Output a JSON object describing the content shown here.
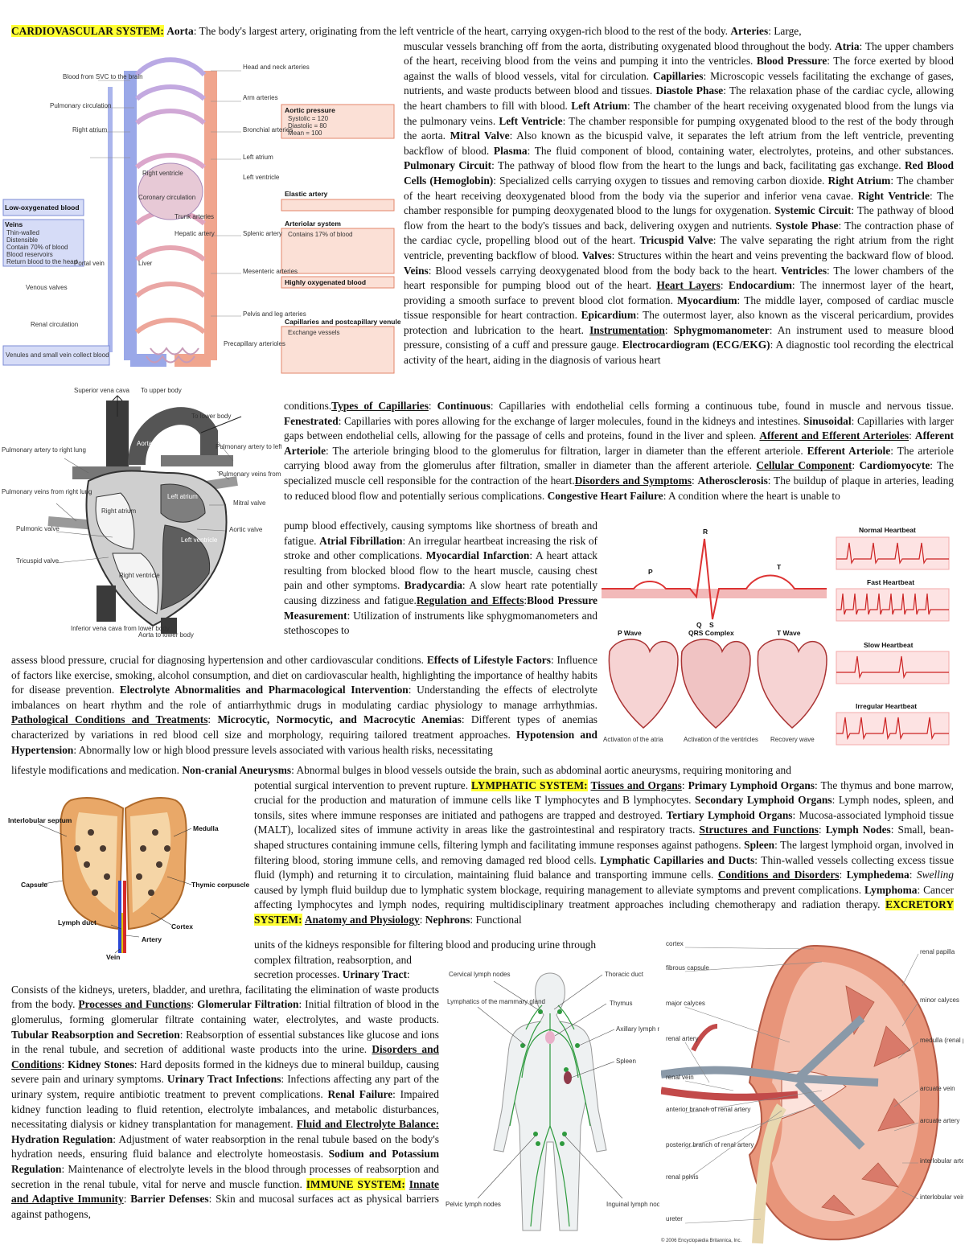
{
  "sections": {
    "cardio": "CARDIOVASCULAR SYSTEM:",
    "lymph": "LYMPHATIC SYSTEM:",
    "excretory": "EXCRETORY SYSTEM:",
    "immune": "IMMUNE SYSTEM:"
  },
  "figures": {
    "circulation": {
      "labels": [
        "Blood from SVC to the brain",
        "Pulmonary circulation",
        "Right atrium",
        "Low-oxygenated blood",
        "Veins",
        "Thin-walled",
        "Distensible",
        "Contain 70% of blood",
        "Blood reservoirs",
        "Return blood to the heart",
        "Right ventricle",
        "Coronary circulation",
        "Trunk arteries",
        "Hepatic artery",
        "Splenic artery",
        "Liver",
        "Mesenteric arteries",
        "Portal vein",
        "Venous valves",
        "Renal circulation",
        "Venules and small vein collect blood",
        "Head and neck arteries",
        "Arm arteries",
        "Aortic pressure",
        "Systolic = 120",
        "Diastolic = 80",
        "Mean = 100",
        "Bronchial arteries",
        "Left atrium",
        "Left ventricle",
        "Elastic artery",
        "Arteriolar system",
        "Contains 17% of blood",
        "Highly oxygenated blood",
        "Pelvis and leg arteries",
        "Capillaries and postcapillary venules",
        "Exchange vessels",
        "Precapillary arterioles"
      ]
    },
    "heart": {
      "labels": [
        "Superior vena cava",
        "To upper body",
        "To lower body",
        "Aorta",
        "Pulmonary artery to right lung",
        "Pulmonary artery to left lung",
        "Pulmonary veins from left lung",
        "Left atrium",
        "Pulmonary veins from right lung",
        "Right atrium",
        "Mitral valve",
        "Pulmonic valve",
        "Aortic valve",
        "Left ventricle",
        "Tricuspid valve",
        "Right ventricle",
        "Inferior vena cava from lower body",
        "Aorta to lower body"
      ]
    },
    "ecg": {
      "waves": [
        "P",
        "R",
        "T",
        "Q",
        "S"
      ],
      "labels": [
        "P Wave",
        "QRS Complex",
        "T Wave",
        "Activation of the atria",
        "Activation of the ventricles",
        "Recovery wave"
      ],
      "strips": [
        "Normal Heartbeat",
        "Fast Heartbeat",
        "Slow Heartbeat",
        "Irregular Heartbeat"
      ]
    },
    "thymus": {
      "labels": [
        "Interlobular septum",
        "Medulla",
        "Capsule",
        "Thymic corpuscle",
        "Lymph duct",
        "Cortex",
        "Artery",
        "Vein"
      ]
    },
    "lymphbody": {
      "labels": [
        "Cervical lymph nodes",
        "Thoracic duct",
        "Lymphatics of the mammary gland",
        "Thymus",
        "Axillary lymph nodes",
        "Spleen",
        "Pelvic lymph nodes",
        "Inguinal lymph nodes"
      ]
    },
    "kidney": {
      "labels": [
        "cortex",
        "fibrous capsule",
        "major calyces",
        "renal artery",
        "renal vein",
        "anterior branch of renal artery",
        "posterior branch of renal artery",
        "renal pelvis",
        "ureter",
        "renal papilla",
        "minor calyces",
        "medulla (renal pyramids)",
        "arcuate vein",
        "arcuate artery",
        "interlobular artery",
        "interlobular vein"
      ],
      "credit": "© 2006 Encyclopædia Britannica, Inc."
    }
  }
}
